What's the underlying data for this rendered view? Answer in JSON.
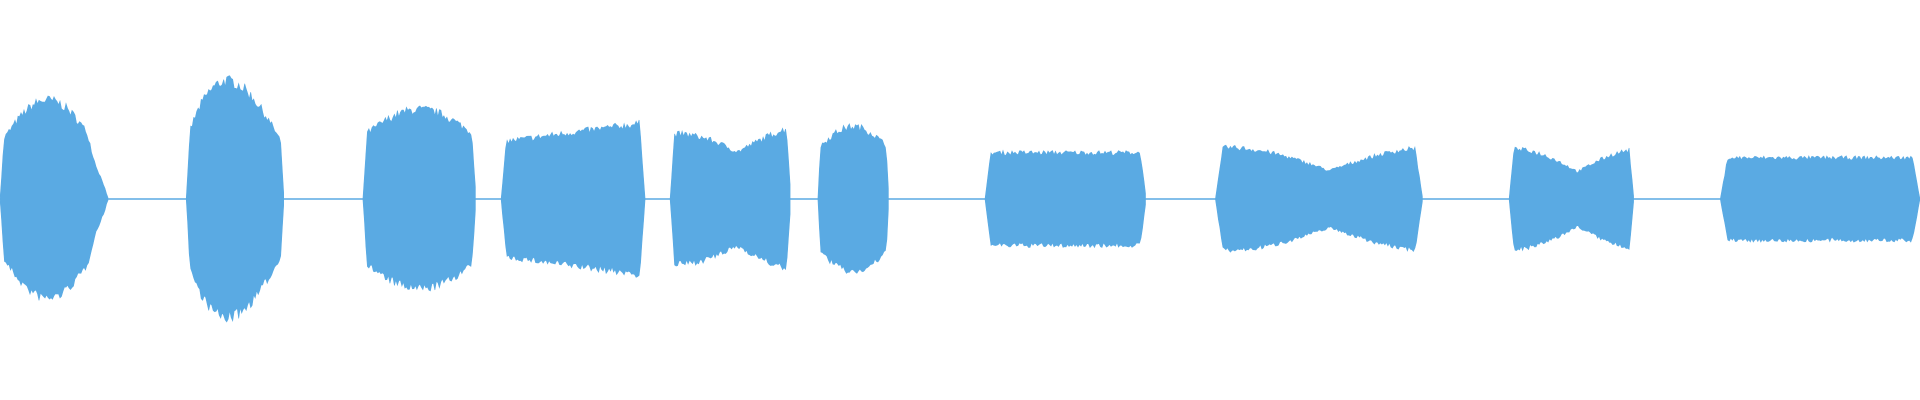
{
  "waveform": {
    "color": "#5aaae3",
    "background": "#ffffff",
    "segments": [
      {
        "name": "segment-1",
        "start": 0.0,
        "end": 0.057,
        "amplitude": 0.52,
        "shape": "rise"
      },
      {
        "name": "segment-2",
        "start": 0.097,
        "end": 0.148,
        "amplitude": 0.62,
        "shape": "peak"
      },
      {
        "name": "segment-3",
        "start": 0.189,
        "end": 0.248,
        "amplitude": 0.47,
        "shape": "dome"
      },
      {
        "name": "segment-4",
        "start": 0.261,
        "end": 0.336,
        "amplitude": 0.4,
        "shape": "flat-rise"
      },
      {
        "name": "segment-5",
        "start": 0.349,
        "end": 0.412,
        "amplitude": 0.38,
        "shape": "pinch-rise"
      },
      {
        "name": "segment-6",
        "start": 0.426,
        "end": 0.463,
        "amplitude": 0.38,
        "shape": "dome"
      },
      {
        "name": "segment-7",
        "start": 0.513,
        "end": 0.597,
        "amplitude": 0.27,
        "shape": "flat"
      },
      {
        "name": "segment-8",
        "start": 0.633,
        "end": 0.741,
        "amplitude": 0.27,
        "shape": "pinch"
      },
      {
        "name": "segment-9",
        "start": 0.786,
        "end": 0.851,
        "amplitude": 0.26,
        "shape": "pinch"
      },
      {
        "name": "segment-10",
        "start": 0.896,
        "end": 1.0,
        "amplitude": 0.24,
        "shape": "flat"
      }
    ]
  }
}
